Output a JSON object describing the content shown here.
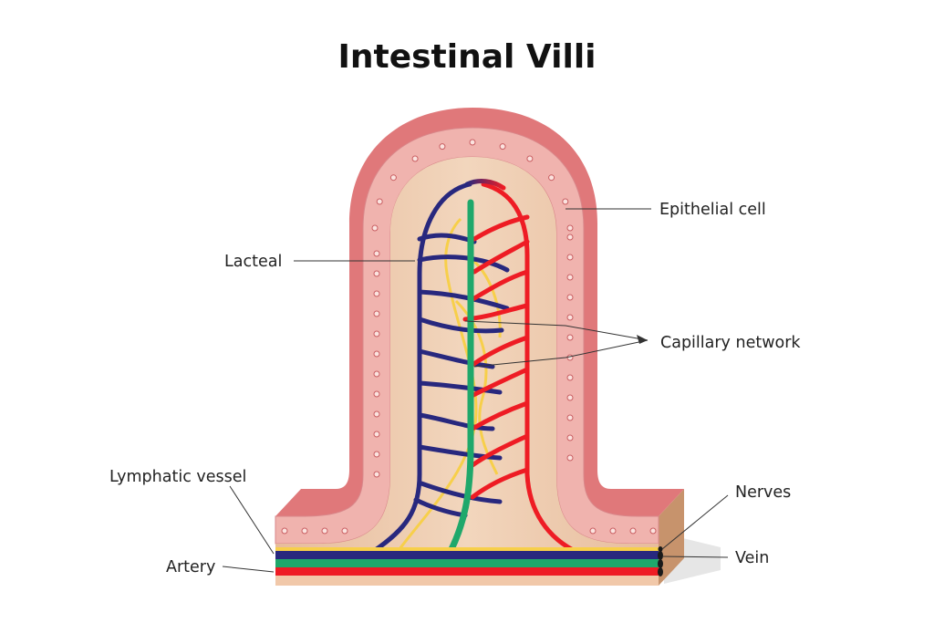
{
  "title": "Intestinal Villi",
  "labels": {
    "epithelial_cell": "Epithelial cell",
    "lacteal": "Lacteal",
    "capillary_network": "Capillary network",
    "lymphatic_vessel": "Lymphatic vessel",
    "nerves": "Nerves",
    "vein": "Vein",
    "artery": "Artery"
  },
  "colors": {
    "mucosa": "#e0787a",
    "mucosa_dark": "#c95e62",
    "cell_fill": "#f0b3ae",
    "lamina": "#ecc9ac",
    "base_front": "#f1c8a9",
    "base_side": "#c7936c",
    "artery": "#ee1c24",
    "vein": "#28287e",
    "lymph": "#1fa86b",
    "nerve": "#f7cf4a",
    "text": "#222222"
  }
}
